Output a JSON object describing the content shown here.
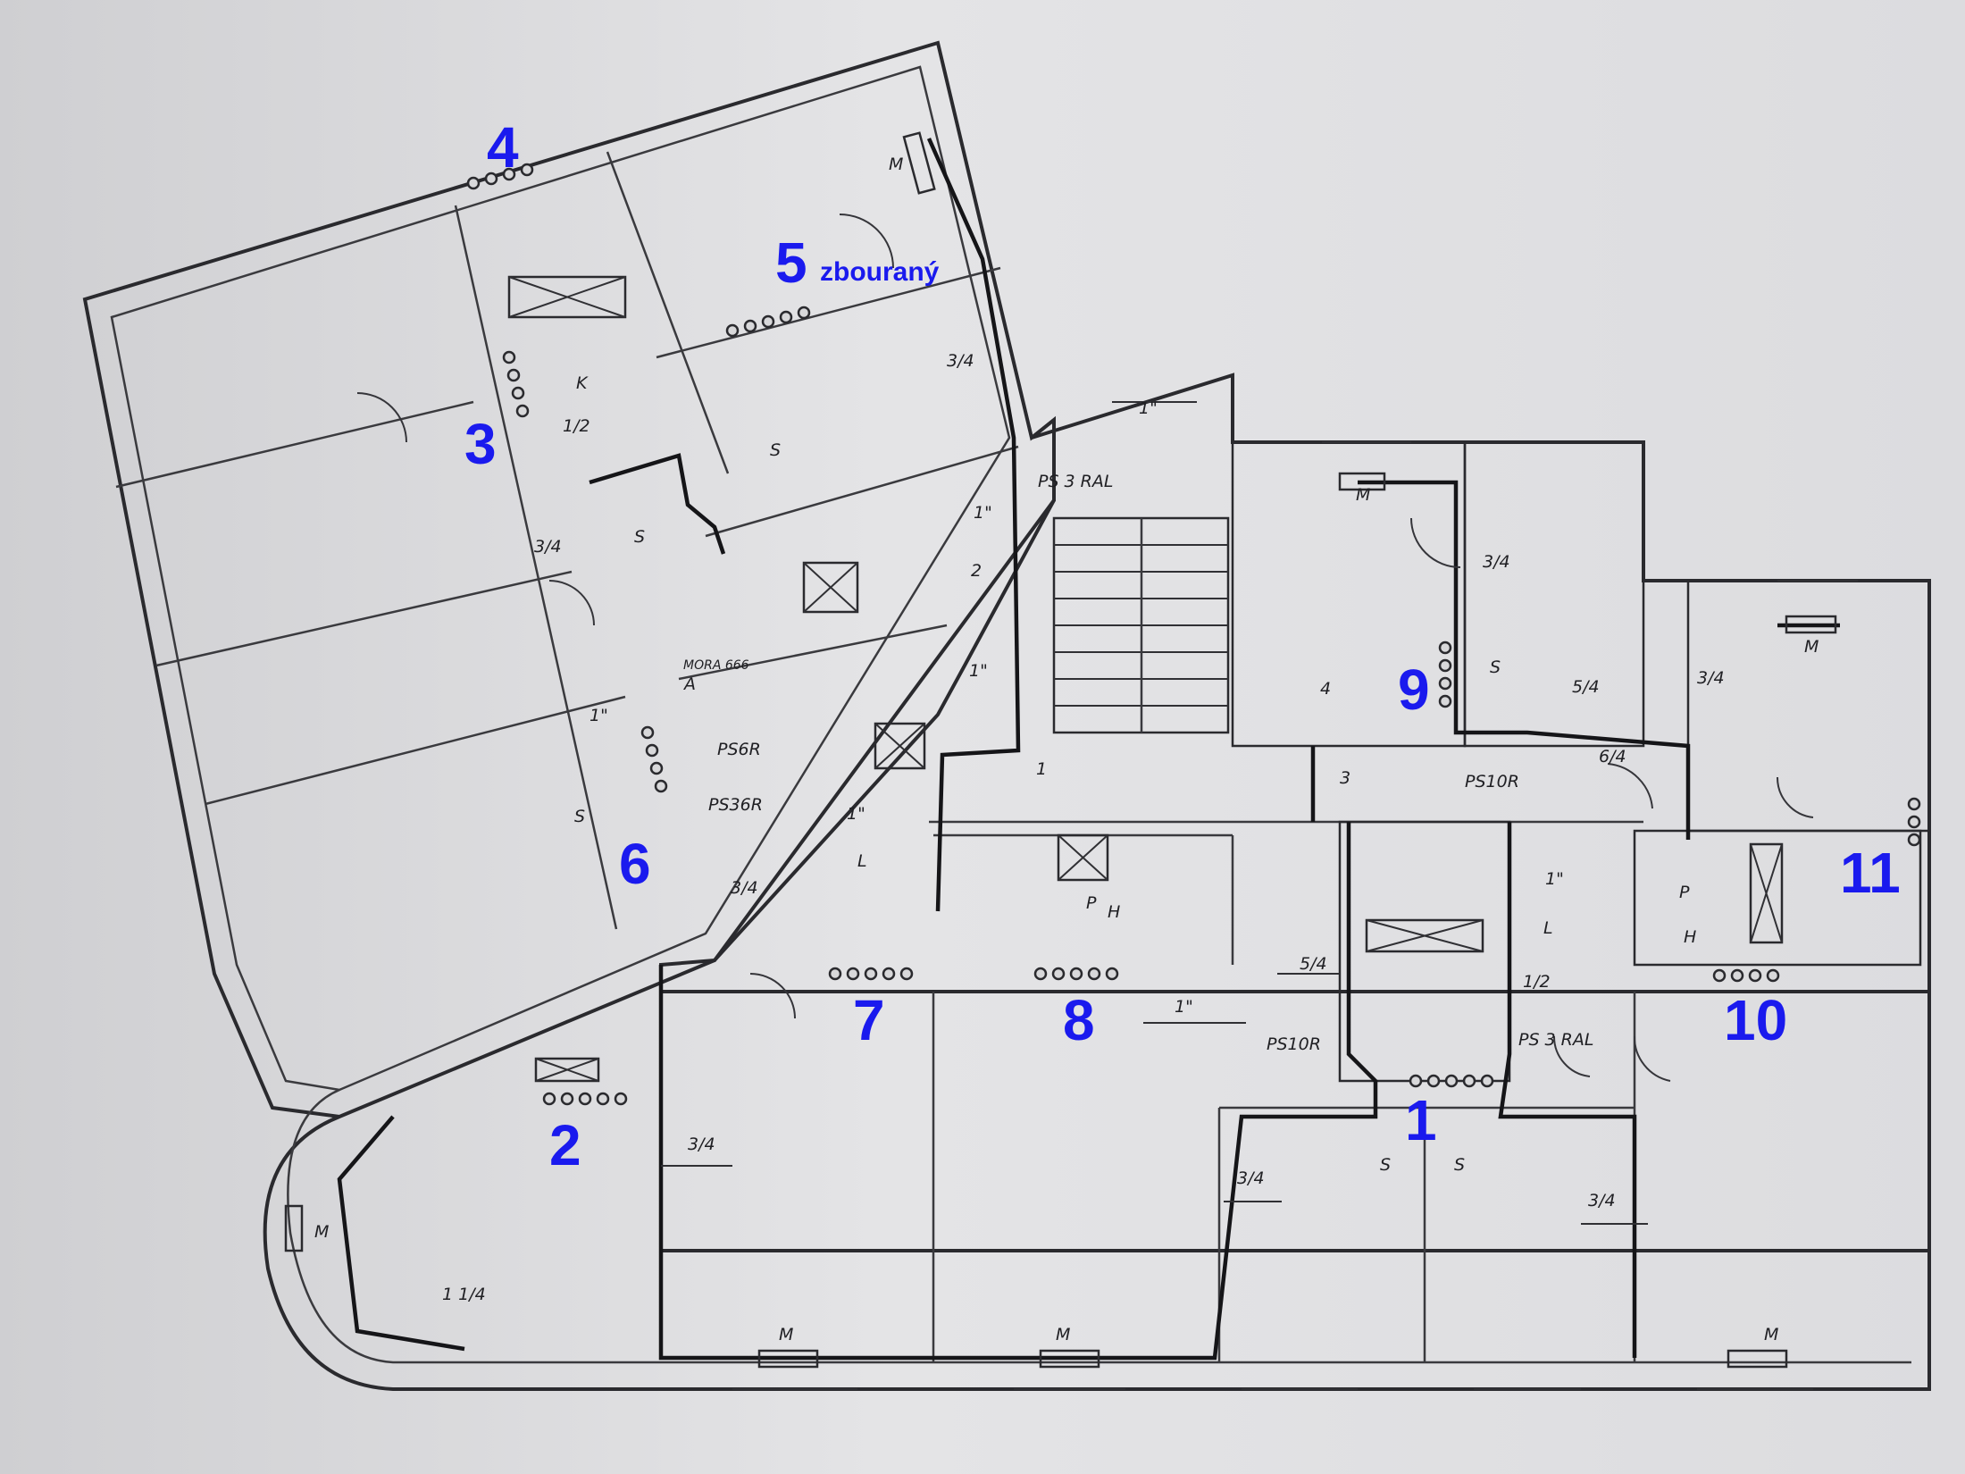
{
  "flue_numbers": {
    "n1": "1",
    "n2": "2",
    "n3": "3",
    "n4": "4",
    "n5": "5",
    "n5_note": "zbouraný",
    "n6": "6",
    "n7": "7",
    "n8": "8",
    "n9": "9",
    "n10": "10",
    "n11": "11"
  },
  "plan_notes": {
    "ps3ral_top": "PS 3 RAL",
    "ps3ral_bottom": "PS 3 RAL",
    "ps10r_center": "PS10R",
    "ps10r_bottom": "PS10R",
    "ps6r": "PS6R",
    "ps36r": "PS36R",
    "mora": "MORA 666",
    "pipe_3_4": "3/4",
    "pipe_1": "1\"",
    "pipe_1_2": "1/2",
    "pipe_5_4": "5/4",
    "pipe_6_4": "6/4",
    "pipe_1_1_4": "1 1/4",
    "letter_m": "M",
    "letter_s": "S",
    "letter_k": "K",
    "letter_l": "L",
    "letter_p": "P",
    "letter_a": "A",
    "letter_h": "H",
    "num_1": "1",
    "num_2": "2",
    "num_3": "3",
    "num_4": "4"
  }
}
